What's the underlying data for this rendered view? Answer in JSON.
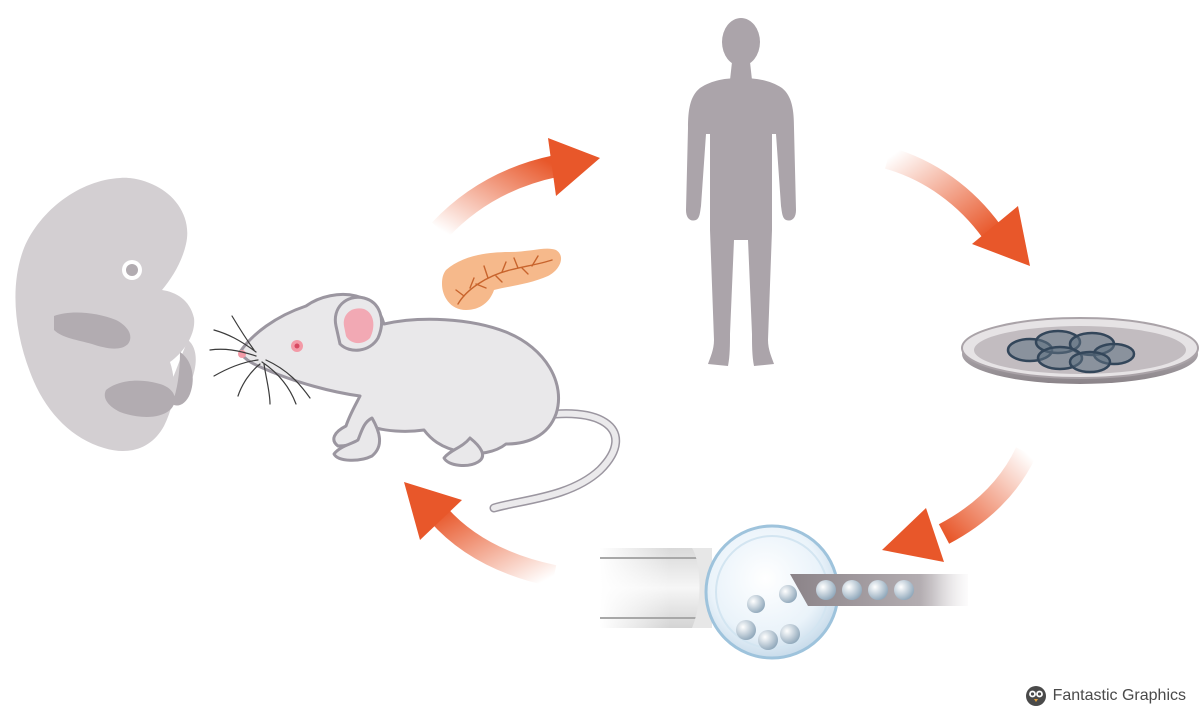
{
  "watermark": {
    "text": "Fantastic Graphics",
    "logo_icon": "owl-logo-icon"
  },
  "stages": [
    {
      "name": "embryo",
      "icon": "embryo-icon"
    },
    {
      "name": "mouse",
      "icon": "mouse-icon"
    },
    {
      "name": "pancreas",
      "icon": "pancreas-icon"
    },
    {
      "name": "human",
      "icon": "human-silhouette-icon"
    },
    {
      "name": "petri-dish",
      "icon": "petri-dish-icon"
    },
    {
      "name": "blastocyst-injection",
      "icon": "micropipette-icon"
    }
  ],
  "colors": {
    "arrow_orange": "#e8572a",
    "silhouette_gray": "#aba4aa",
    "embryo_gray": "#d3cfd2",
    "mouse_white": "#e9e8ea",
    "mouse_outline": "#9b96a0",
    "pancreas_orange": "#f6b98b",
    "cell_blue": "#c9dceb",
    "text_gray": "#4a4a4a"
  }
}
